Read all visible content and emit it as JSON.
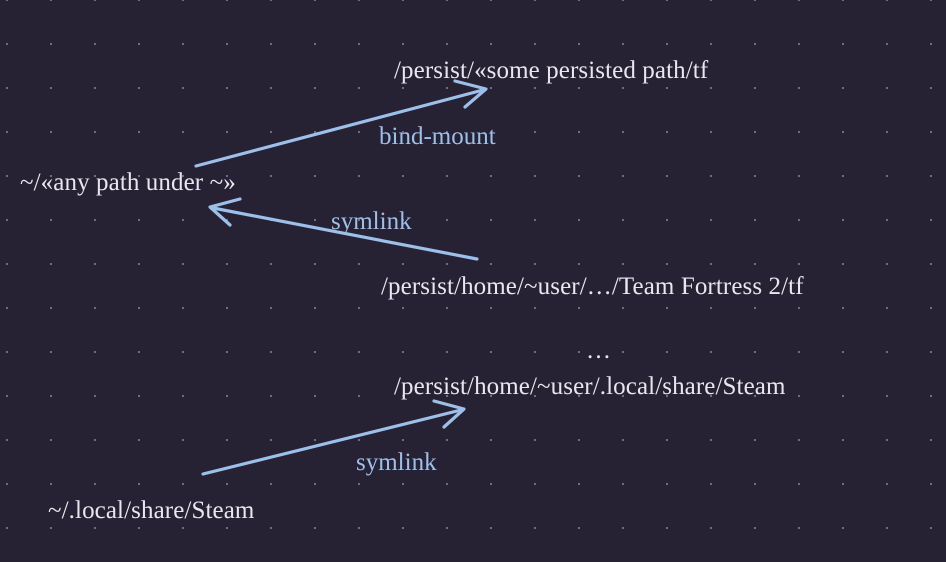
{
  "diagram": {
    "background_color": "#262233",
    "text_color": "#e8e6ef",
    "accent_color": "#9dc0ea",
    "grid_dot_color": "#6f6a86",
    "nodes": [
      {
        "id": "persist-some-path-tf",
        "label": "/persist/«some persisted path/tf"
      },
      {
        "id": "home-any-path",
        "label": "~/«any path under ~»"
      },
      {
        "id": "persist-home-tf2",
        "label": "/persist/home/~user/…/Team Fortress 2/tf"
      },
      {
        "id": "persist-home-steam",
        "label": "/persist/home/~user/.local/share/Steam"
      },
      {
        "id": "home-steam",
        "label": "~/.local/share/Steam"
      }
    ],
    "edges": [
      {
        "id": "bind-mount-edge",
        "label": "bind-mount"
      },
      {
        "id": "symlink-edge-top",
        "label": "symlink"
      },
      {
        "id": "symlink-edge-bottom",
        "label": "symlink"
      }
    ],
    "separator": "…"
  }
}
